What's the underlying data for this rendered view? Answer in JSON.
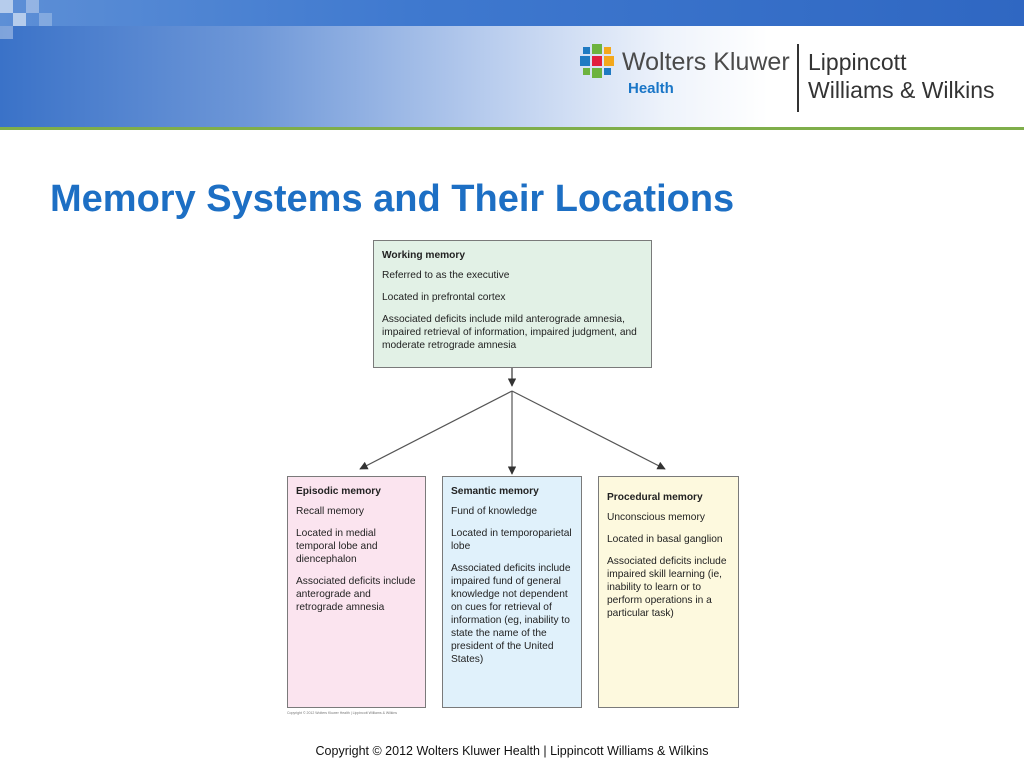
{
  "header": {
    "brand_name": "Wolters Kluwer",
    "brand_sub": "Health",
    "publisher_line1": "Lippincott",
    "publisher_line2": "Williams & Wilkins"
  },
  "slide": {
    "title": "Memory Systems and Their Locations"
  },
  "diagram": {
    "root": {
      "heading": "Working memory",
      "lines": [
        "Referred to as the executive",
        "Located in prefrontal cortex",
        "Associated deficits include mild anterograde amnesia, impaired retrieval of information, impaired judgment, and moderate retrograde amnesia"
      ]
    },
    "children": [
      {
        "heading": "Episodic memory",
        "lines": [
          "Recall memory",
          "Located in medial temporal lobe and diencephalon",
          "Associated deficits include anterograde and retrograde amnesia"
        ]
      },
      {
        "heading": "Semantic memory",
        "lines": [
          "Fund of knowledge",
          "Located in temporoparietal lobe",
          "Associated deficits include impaired fund of general knowledge not dependent on cues for retrieval of information (eg, inability to state the name of the president of the United States)"
        ]
      },
      {
        "heading": "Procedural memory",
        "lines": [
          "Unconscious memory",
          "Located in basal ganglion",
          "Associated deficits include impaired skill learning (ie, inability to learn or to perform operations in a particular task)"
        ]
      }
    ],
    "fine_print": "Copyright © 2012 Wolters Kluwer Health | Lippincott Williams & Wilkins"
  },
  "footer": {
    "copyright": "Copyright © 2012 Wolters Kluwer Health | Lippincott Williams & Wilkins"
  },
  "colors": {
    "title": "#1d6fc4",
    "working_box": "#e2f1e6",
    "episodic_box": "#fbe4ef",
    "semantic_box": "#e0f1fb",
    "procedural_box": "#fdf9de",
    "header_rule": "#7fae4a"
  }
}
